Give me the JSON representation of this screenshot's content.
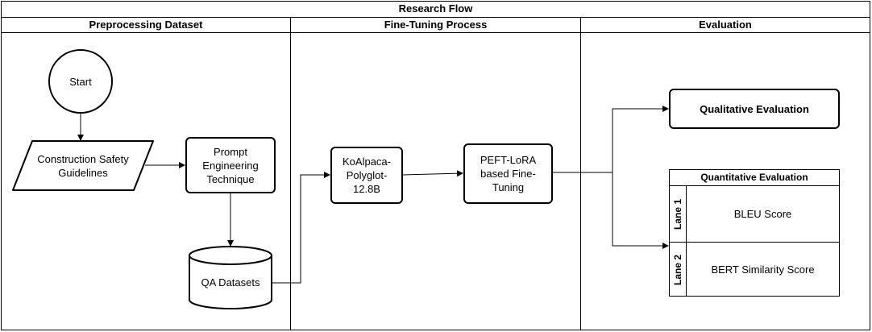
{
  "diagram": {
    "title": "Research Flow",
    "columns": [
      {
        "header": "Preprocessing Dataset"
      },
      {
        "header": "Fine-Tuning Process"
      },
      {
        "header": "Evaluation"
      }
    ],
    "nodes": {
      "start": "Start",
      "guidelines": "Construction Safety Guidelines",
      "prompt": "Prompt Engineering Technique",
      "qa": "QA Datasets",
      "koalpaca": "KoAlpaca-Polyglot-12.8B",
      "peft": "PEFT-LoRA based Fine-Tuning",
      "qualitative": "Qualitative Evaluation"
    },
    "quantitative": {
      "title": "Quantitative Evaluation",
      "lanes": [
        {
          "label": "Lane 1",
          "text": "BLEU Score"
        },
        {
          "label": "Lane 2",
          "text": "BERT Similarity Score"
        }
      ]
    }
  }
}
